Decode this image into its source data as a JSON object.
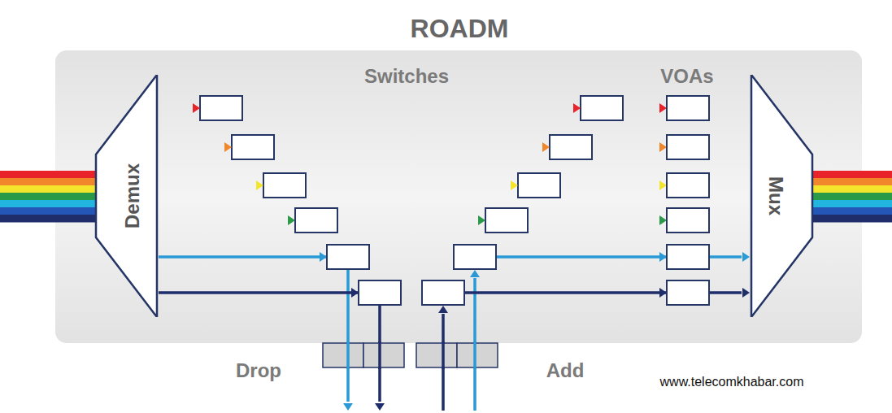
{
  "diagram": {
    "title": "ROADM",
    "nodes": [
      {
        "text": [
          "Demux"
        ]
      },
      {
        "text": [
          "Mux"
        ]
      }
    ],
    "edges": [
      {
        "from": 0,
        "to": 1,
        "arrow": "to"
      },
      {
        "from": 0,
        "to": 1,
        "arrow": "to"
      },
      {
        "from": 0,
        "to": 1,
        "arrow": "to"
      },
      {
        "from": 0,
        "to": 1,
        "arrow": "to"
      }
    ],
    "labels": [
      "Switches",
      "VOAs",
      "Drop",
      "Add",
      "www.telecomkhabar.com"
    ]
  }
}
